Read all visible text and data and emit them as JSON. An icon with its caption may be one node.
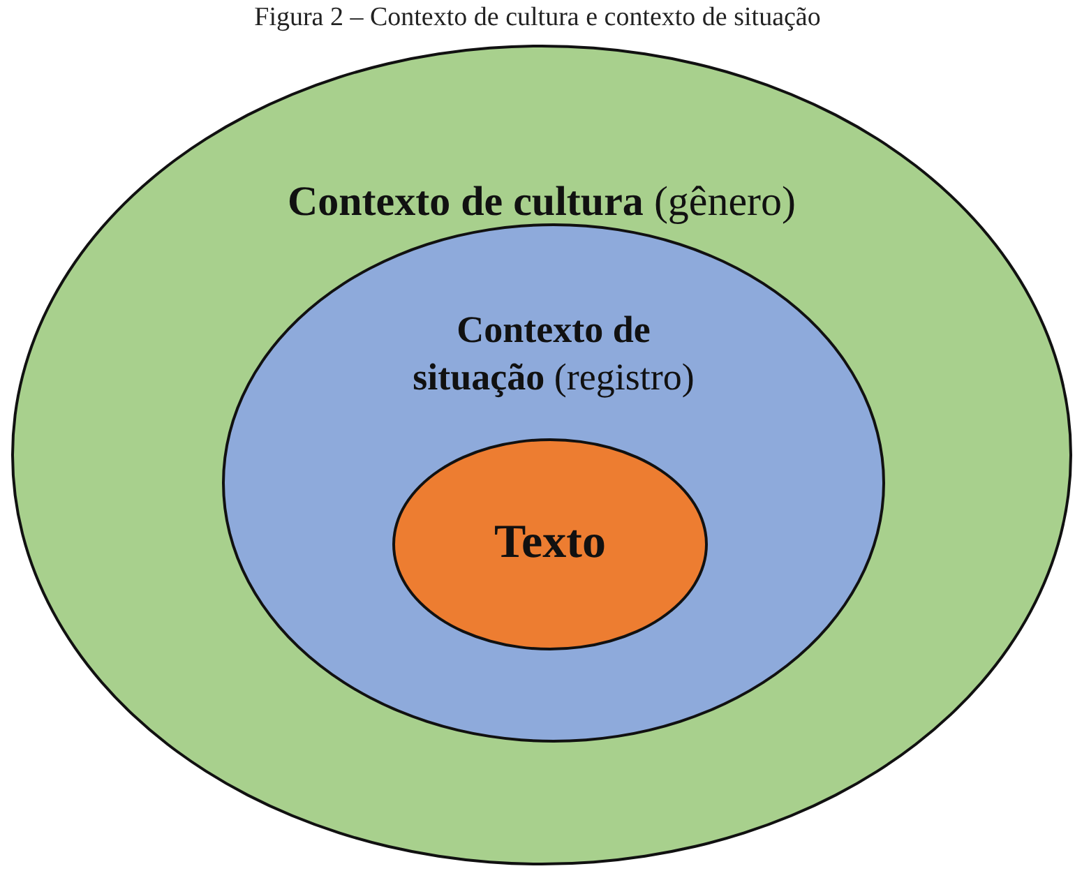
{
  "diagram": {
    "title": "Figura 2 – Contexto de cultura e contexto de situação",
    "nodes": [
      {
        "text": [
          "**Contexto de cultura** (gênero)"
        ]
      },
      {
        "text": [
          "**Contexto de situação** (registro)"
        ],
        "in": 0
      },
      {
        "text": [
          "Texto"
        ],
        "in": 1
      }
    ]
  }
}
